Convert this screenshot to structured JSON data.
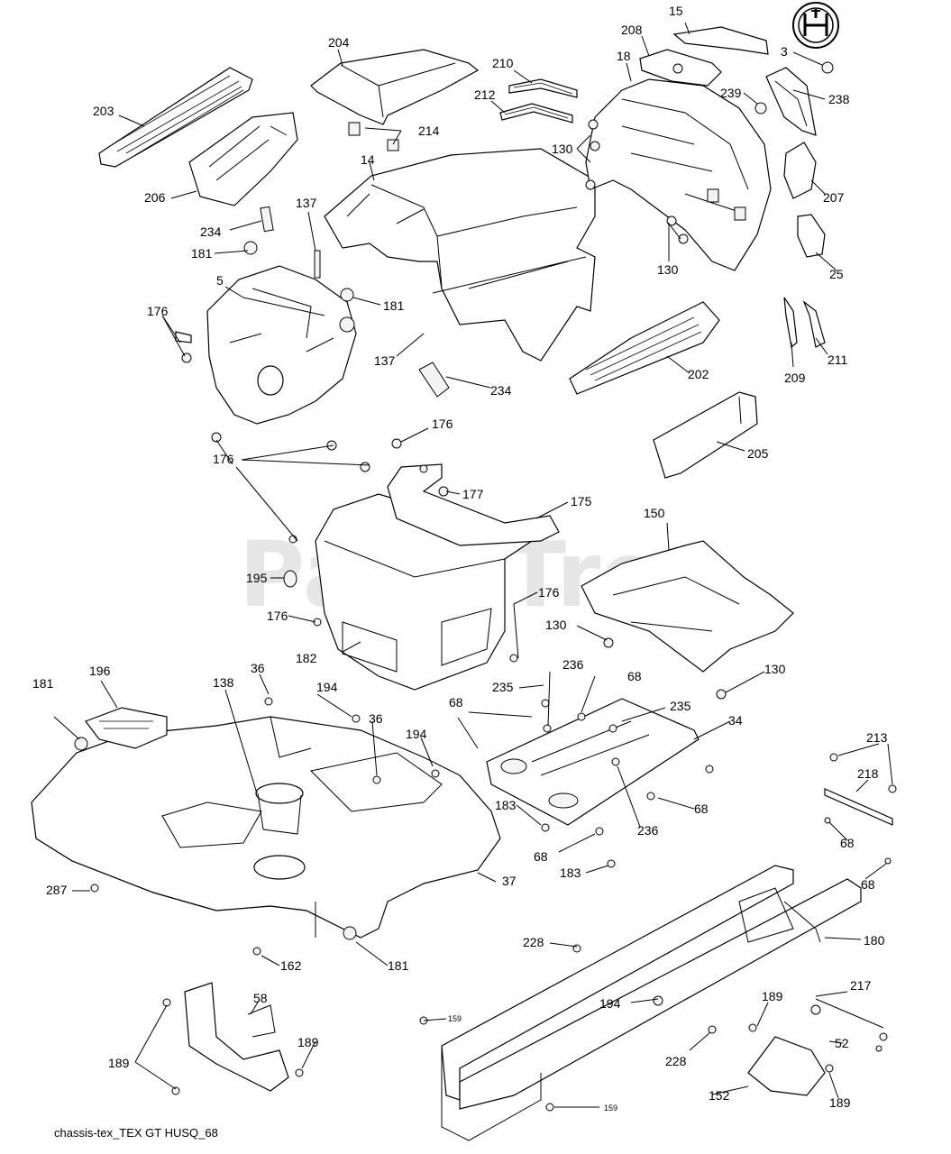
{
  "caption": "chassis-tex_TEX GT HUSQ_68",
  "watermark": "PartsTree",
  "logo_icon": "husqvarna-logo-icon",
  "labels": {
    "l15": "15",
    "l208": "208",
    "l3": "3",
    "l204": "204",
    "l210": "210",
    "l18": "18",
    "l239": "239",
    "l238": "238",
    "l203": "203",
    "l212": "212",
    "l214": "214",
    "l130a": "130",
    "l14": "14",
    "l206": "206",
    "l137a": "137",
    "l207": "207",
    "l234a": "234",
    "l181a": "181",
    "l130b": "130",
    "l25": "25",
    "l5": "5",
    "l181b": "181",
    "l176a": "176",
    "l137b": "137",
    "l202": "202",
    "l209": "209",
    "l211": "211",
    "l234b": "234",
    "l176b": "176",
    "l205": "205",
    "l176c": "176",
    "l177": "177",
    "l175": "175",
    "l150": "150",
    "l195": "195",
    "l176d": "176",
    "l176e": "176",
    "l130c": "130",
    "l182": "182",
    "l196": "196",
    "l36a": "36",
    "l236a": "236",
    "l68a": "68",
    "l130d": "130",
    "l138": "138",
    "l194a": "194",
    "l235a": "235",
    "l181c": "181",
    "l36b": "36",
    "l68b": "68",
    "l235b": "235",
    "l34": "34",
    "l194b": "194",
    "l213": "213",
    "l218": "218",
    "l183a": "183",
    "l68c": "68",
    "l236b": "236",
    "l68d": "68",
    "l68e": "68",
    "l287": "287",
    "l37": "37",
    "l183b": "183",
    "l68f": "68",
    "l228a": "228",
    "l180": "180",
    "l162": "162",
    "l181d": "181",
    "l194c": "194",
    "l217": "217",
    "l58": "58",
    "l189a": "189",
    "l159a": "159",
    "l189b": "189",
    "l189c": "189",
    "l52": "52",
    "l228b": "228",
    "l152": "152",
    "l159b": "159",
    "l189d": "189"
  }
}
